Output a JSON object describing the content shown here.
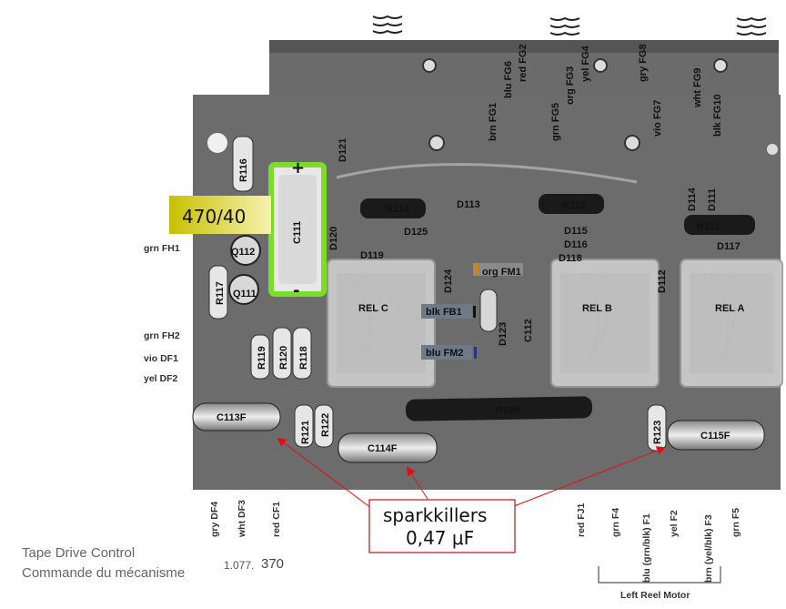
{
  "board": {
    "resistors": [
      "R113",
      "R112",
      "R111",
      "R125",
      "R116",
      "R117",
      "R119",
      "R120",
      "R118",
      "R121",
      "R122",
      "R123"
    ],
    "diodes": [
      "D121",
      "D113",
      "D125",
      "D120",
      "D119",
      "D124",
      "D123",
      "D115",
      "D116",
      "D118",
      "D117",
      "D114",
      "D111",
      "D112"
    ],
    "transistors": [
      "Q112",
      "Q111"
    ],
    "capacitors": [
      "C111",
      "C112",
      "C113F",
      "C114F",
      "C115F"
    ],
    "relays": [
      "REL C",
      "REL B",
      "REL A"
    ],
    "top_connectors": [
      "brn FG1",
      "blu FG6",
      "red FG2",
      "grn FG5",
      "org FG3",
      "yel FG4",
      "vio FG7",
      "gry FG8",
      "wht FG9",
      "blk FG10"
    ],
    "left_connectors": [
      "grn FH1",
      "grn FH2",
      "vio DF1",
      "yel DF2"
    ],
    "bottom_left_connectors": [
      "gry DF4",
      "wht DF3",
      "red CF1"
    ],
    "bottom_right_connectors": [
      "red FJ1",
      "grn F4",
      "blu (grn/blk) F1",
      "yel F2",
      "brn (yel/blk) F3",
      "grn F5"
    ],
    "board_wires": [
      "org FM1",
      "blk FB1",
      "blu FM2"
    ]
  },
  "annotations": {
    "capacitor_value": "470/40",
    "polarity_plus": "+",
    "polarity_minus": "-",
    "sparkkiller_line1": "sparkkillers",
    "sparkkiller_line2": "0,47 μF"
  },
  "caption": {
    "title_en": "Tape Drive Control",
    "title_fr": "Commande du mécanisme",
    "part_prefix": "1.077.",
    "part_suffix": "370",
    "motor_group": "Left Reel Motor"
  },
  "colors": {
    "highlight": "#7cdc28",
    "label_fill": "#e8e04a",
    "arrow": "#e01010",
    "orange_marker": "#e08000",
    "blue_marker": "#1030d0"
  }
}
